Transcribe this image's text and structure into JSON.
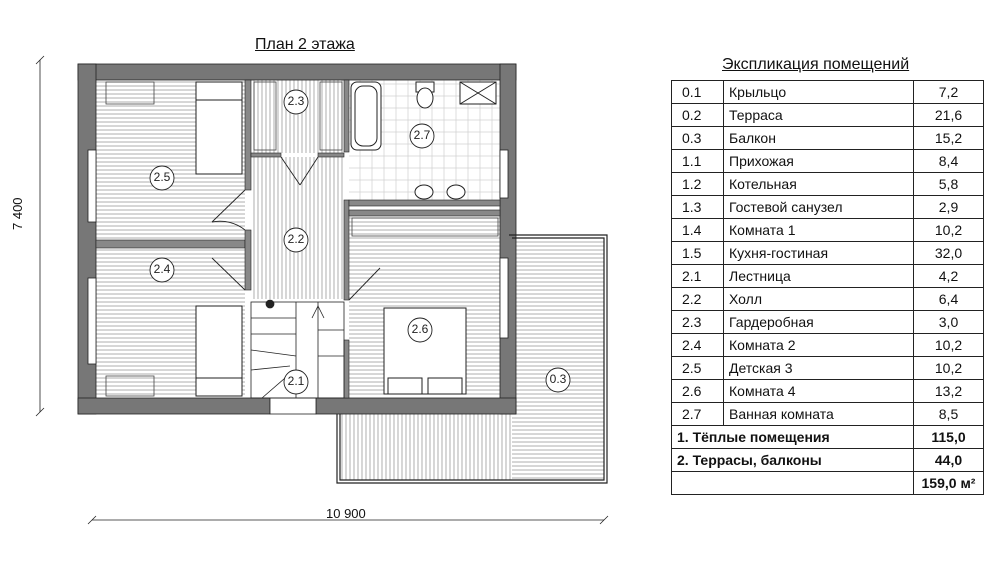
{
  "plan_title": "План 2 этажа",
  "explication_title": "Экспликация помещений",
  "dimensions": {
    "width": "10 900",
    "height": "7 400"
  },
  "room_labels": [
    "2.1",
    "2.2",
    "2.3",
    "2.4",
    "2.5",
    "2.6",
    "2.7",
    "0.3"
  ],
  "rooms": [
    {
      "num": "0.1",
      "name": "Крыльцо",
      "area": "7,2"
    },
    {
      "num": "0.2",
      "name": "Терраса",
      "area": "21,6"
    },
    {
      "num": "0.3",
      "name": "Балкон",
      "area": "15,2"
    },
    {
      "num": "1.1",
      "name": "Прихожая",
      "area": "8,4"
    },
    {
      "num": "1.2",
      "name": "Котельная",
      "area": "5,8"
    },
    {
      "num": "1.3",
      "name": "Гостевой санузел",
      "area": "2,9"
    },
    {
      "num": "1.4",
      "name": "Комната 1",
      "area": "10,2"
    },
    {
      "num": "1.5",
      "name": "Кухня-гостиная",
      "area": "32,0"
    },
    {
      "num": "2.1",
      "name": "Лестница",
      "area": "4,2"
    },
    {
      "num": "2.2",
      "name": "Холл",
      "area": "6,4"
    },
    {
      "num": "2.3",
      "name": "Гардеробная",
      "area": "3,0"
    },
    {
      "num": "2.4",
      "name": "Комната 2",
      "area": "10,2"
    },
    {
      "num": "2.5",
      "name": "Детская 3",
      "area": "10,2"
    },
    {
      "num": "2.6",
      "name": "Комната 4",
      "area": "13,2"
    },
    {
      "num": "2.7",
      "name": "Ванная комната",
      "area": "8,5"
    }
  ],
  "totals": [
    {
      "label": "1. Тёплые помещения",
      "value": "115,0"
    },
    {
      "label": "2. Террасы, балконы",
      "value": "44,0"
    }
  ],
  "grand_total": "159,0 м²"
}
